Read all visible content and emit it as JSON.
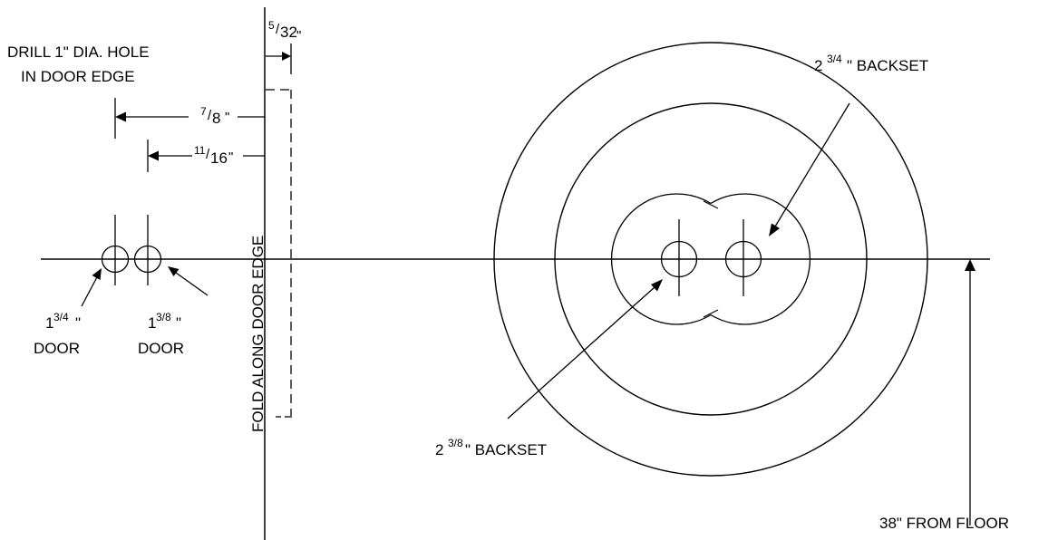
{
  "labels": {
    "drill_line1": "DRILL 1\" DIA. HOLE",
    "drill_line2": "IN DOOR EDGE",
    "dim_5_32_num": "5",
    "dim_5_32_den": "32",
    "dim_5_32_unit": "\"",
    "dim_7_8_num": "7",
    "dim_7_8_den": "8",
    "dim_7_8_unit": "\"",
    "dim_11_16_num": "11",
    "dim_11_16_den": "16",
    "dim_11_16_unit": "\"",
    "door_134_whole": "1",
    "door_134_frac": "3/4",
    "door_134_unit": "\"",
    "door_134_word": "DOOR",
    "door_138_whole": "1",
    "door_138_frac": "3/8",
    "door_138_unit": "\"",
    "door_138_word": "DOOR",
    "fold": "FOLD ALONG DOOR EDGE",
    "backset_234_whole": "2",
    "backset_234_frac": "3/4",
    "backset_234_text": "\" BACKSET",
    "backset_238_whole": "2",
    "backset_238_frac": "3/8",
    "backset_238_text": " \" BACKSET",
    "floor": "38\" FROM FLOOR"
  },
  "colors": {
    "ink": "#000000",
    "paper": "#ffffff"
  }
}
